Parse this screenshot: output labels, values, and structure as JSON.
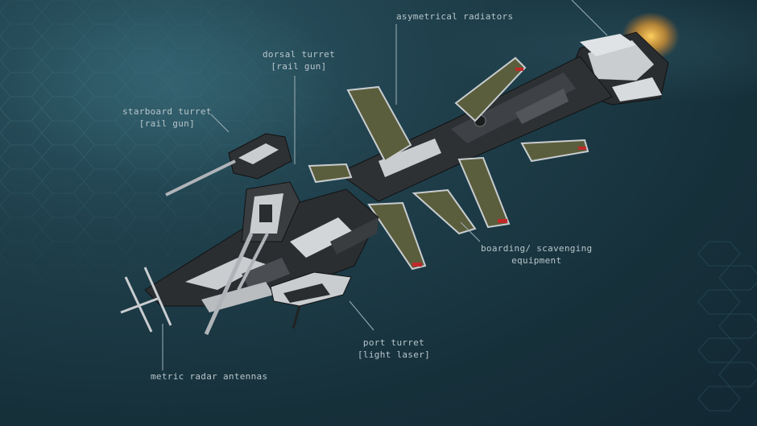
{
  "callouts": {
    "asymmetrical_radiators": {
      "line1": "asymetrical radiators"
    },
    "dorsal_turret": {
      "line1": "dorsal turret",
      "line2": "[rail gun]"
    },
    "starboard_turret": {
      "line1": "starboard turret",
      "line2": "[rail gun]"
    },
    "boarding_equipment": {
      "line1": "boarding/ scavenging",
      "line2": "equipment"
    },
    "port_turret": {
      "line1": "port turret",
      "line2": "[light laser]"
    },
    "radar_antennas": {
      "line1": "metric radar antennas"
    }
  },
  "colors": {
    "background": "#1a3540",
    "hex_grid": "#3c6b78",
    "hull_dark": "#2a2d30",
    "hull_light": "#c9cdd0",
    "radiator_olive": "#5a5e3c",
    "engine_glow": "#f0a030",
    "accent_red": "#c0282a",
    "leader_line": "#9fb2b8"
  }
}
